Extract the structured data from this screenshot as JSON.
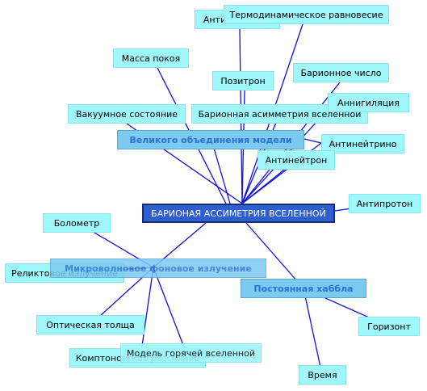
{
  "center": "БАРИОНАЯ АССИМЕТРИЯ ВСЕЛЕННОЙ",
  "hubs": {
    "gut": "Великого объединения модели",
    "cmb": "Микроволновое фоновое излучение",
    "hubble": "Постоянная хаббла"
  },
  "leaves": {
    "antimatter": "Антивещество",
    "thermo": "Термодинамическое равновесие",
    "mass": "Масса покоя",
    "positron": "Позитрон",
    "baryon_number": "Барионное число",
    "vacuum": "Вакуумное состояние",
    "bary_asym": "Барионная асимметрия вселенной",
    "annihilation": "Аннигиляция",
    "antineutrino": "Антинейтрино",
    "antineutron": "Антинейтрон",
    "antiproton": "Антипротон",
    "bolometer": "Болометр",
    "relic": "Реликтовое излучение",
    "optical": "Оптическая толща",
    "hot_model": "Модель горячей вселенной",
    "compton": "Комптоновское рассеяние",
    "horizon": "Горизонт",
    "time": "Время"
  },
  "colors": {
    "edge": "#1010e0",
    "leaf_fill": "#9ff7fb",
    "hub_fill": "#7dcaf1",
    "hub_text": "#2f6fd3",
    "root_fill": "#2f5fcf"
  }
}
